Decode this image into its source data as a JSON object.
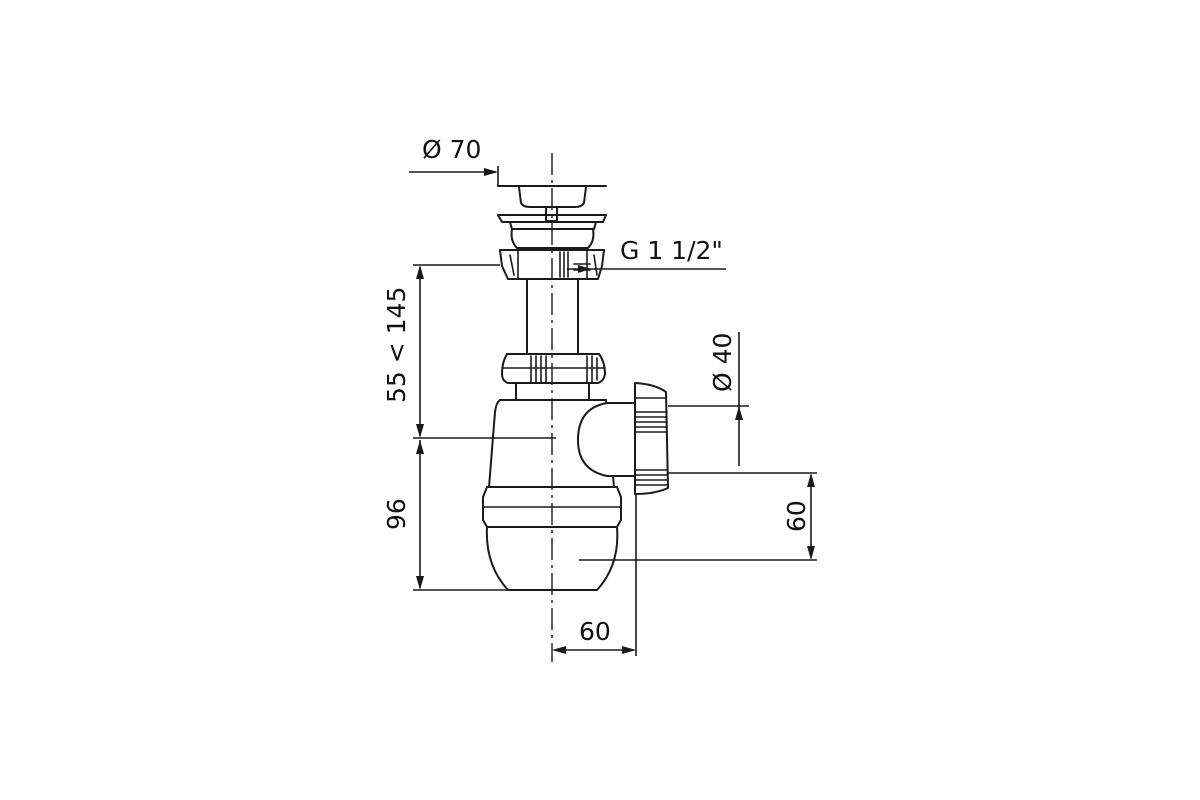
{
  "dimensions": {
    "outlet_diameter": "Ø 70",
    "thread": "G 1 1/2\"",
    "adjustable_height": "55 < 145",
    "body_height": "96",
    "branch_diameter": "Ø 40",
    "branch_height": "60",
    "branch_offset": "60"
  }
}
